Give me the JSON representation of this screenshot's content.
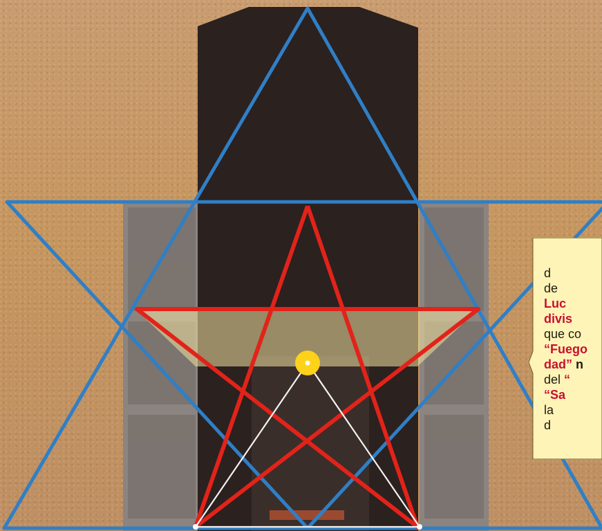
{
  "colors": {
    "background": "#c89a6a",
    "monolith": "#2a1f1c",
    "blue_star": "#2f7fc6",
    "red_pentagram": "#e2231a",
    "white_lines": "#f2f2f2",
    "sun": "#ffd21a",
    "callout": "#fff4b8",
    "callout_red_text": "#c8102e"
  },
  "callout": {
    "lines": [
      {
        "a": "d",
        "b": ""
      },
      {
        "a": "de",
        "b": ""
      },
      {
        "a": "Luc",
        "b": ""
      },
      {
        "a": "divis",
        "b": ""
      },
      {
        "a": "que  co",
        "b": ""
      },
      {
        "a": "“Fuego",
        "b": ""
      },
      {
        "a": "dad”",
        "b": " n"
      },
      {
        "a": "del ",
        "b": "“"
      },
      {
        "a": "“Sa",
        "b": ""
      },
      {
        "a": "la",
        "b": ""
      },
      {
        "a": "d",
        "b": ""
      }
    ]
  }
}
